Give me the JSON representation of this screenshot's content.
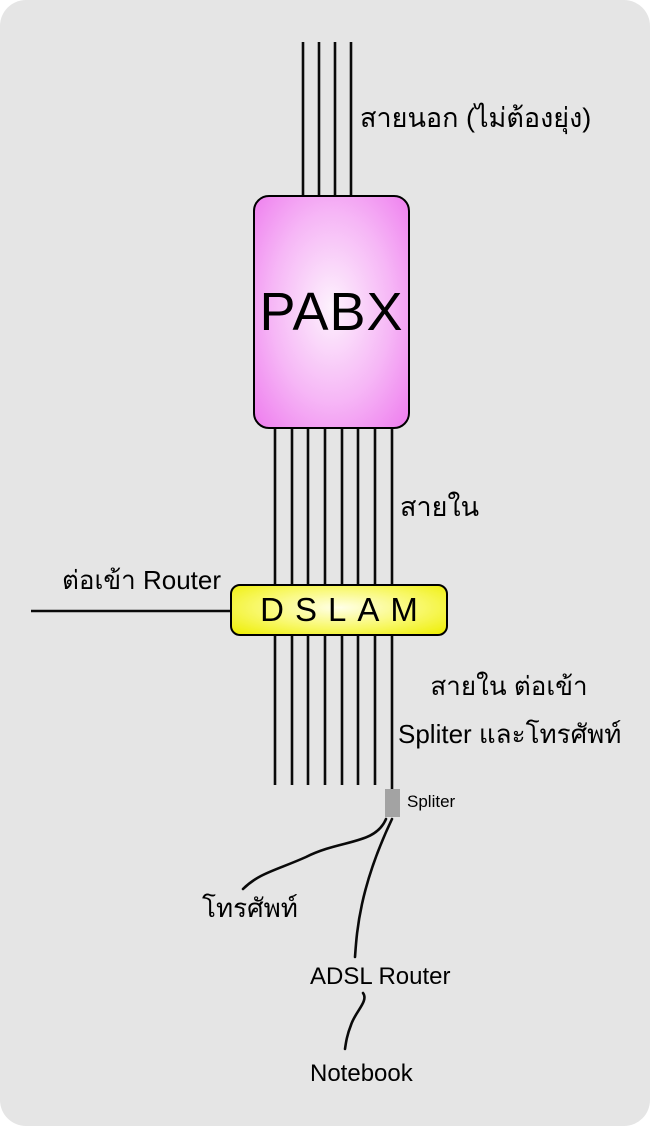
{
  "colors": {
    "page_bg": "#ffffff",
    "panel_bg": "#e5e5e5",
    "wire": "#0a0a0a",
    "pabx_edge": "#ee7cee",
    "pabx_center": "#fdf2fd",
    "dslam_edge": "#eeee00",
    "dslam_center": "#ffffe8",
    "spliter_fill": "#a3a3a3"
  },
  "nodes": {
    "pabx": {
      "label": "PABX"
    },
    "dslam": {
      "label": "DSLAM"
    },
    "spliter": {
      "label": "Spliter"
    }
  },
  "labels": {
    "outside_line": "สายนอก (ไม่ต้องยุ่ง)",
    "inside_line": "สายใน",
    "to_router": "ต่อเข้า Router",
    "inside_to_spliter_line1": "สายใน ต่อเข้า",
    "inside_to_spliter_line2": "Spliter และโทรศัพท์",
    "telephone": "โทรศัพท์",
    "adsl_router": "ADSL Router",
    "notebook": "Notebook"
  },
  "diagram": {
    "outside_wire_count": 4,
    "inside_wire_count": 8
  }
}
